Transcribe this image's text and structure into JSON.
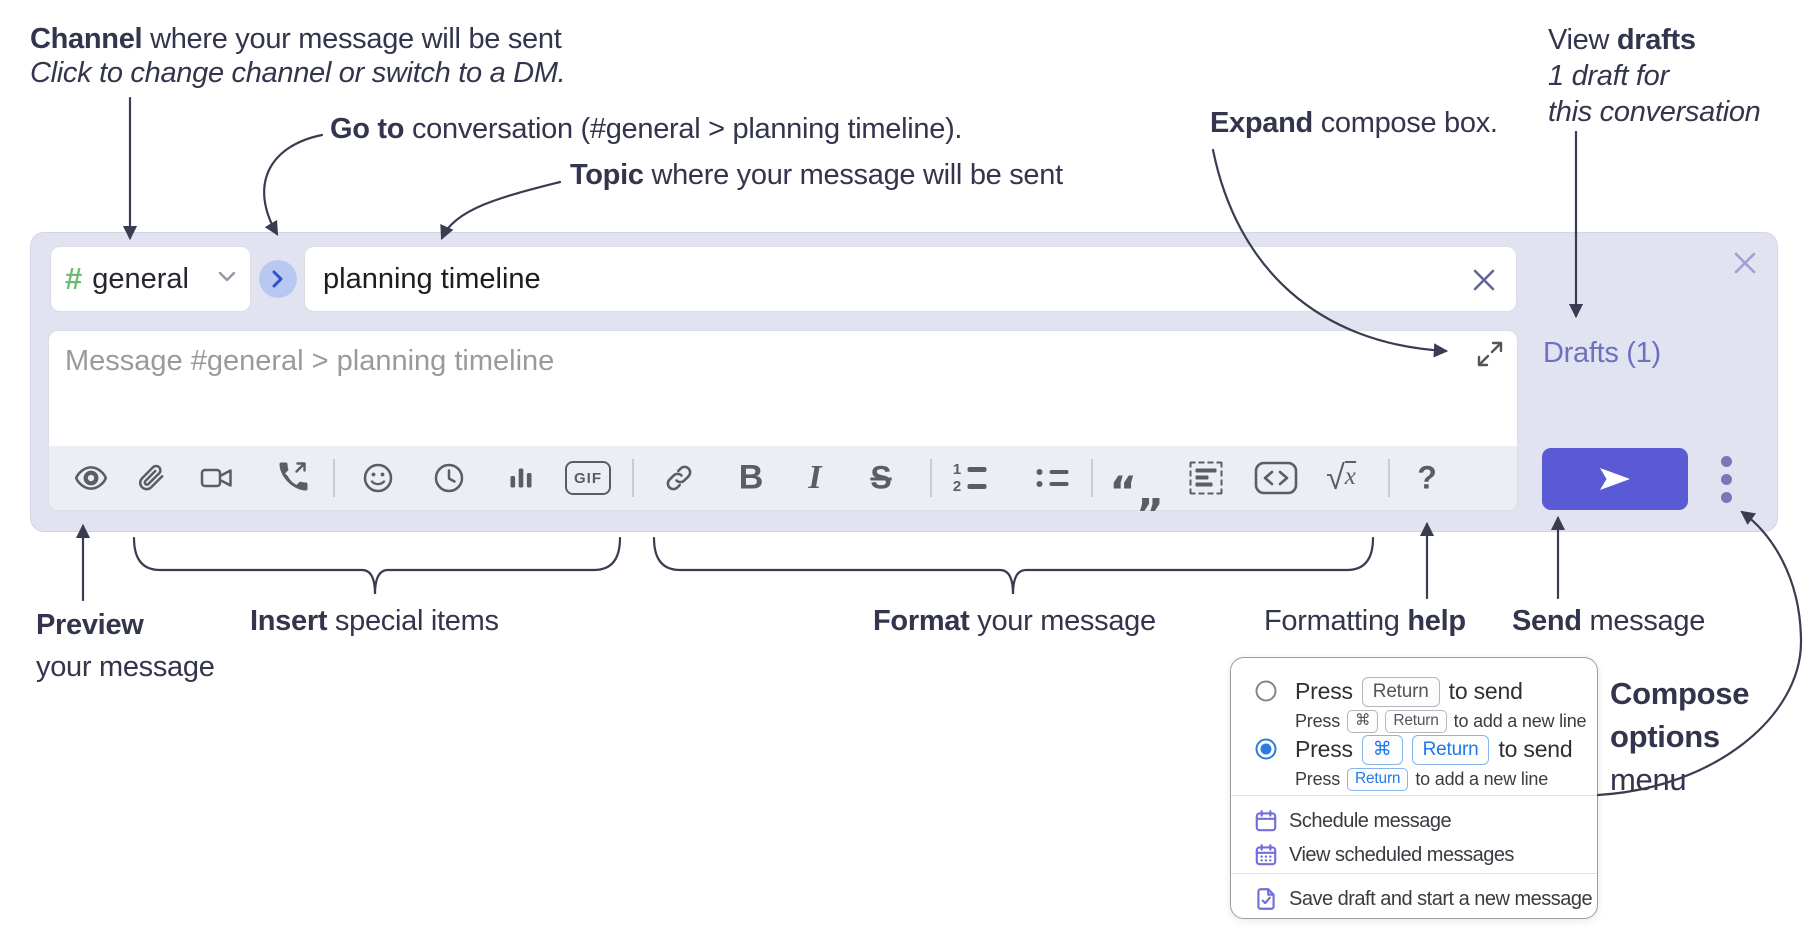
{
  "colors": {
    "annotation_text": "#33354d",
    "compose_bg": "#e1e3f0",
    "toolbar_bg": "#edeef3",
    "send_button": "#595ad4",
    "drafts_link": "#6e70c0",
    "channel_hash_green": "#6cbc74",
    "goto_circle_bg": "#b9c7f3",
    "goto_chevron_blue": "#2e52c9",
    "radio_selected_blue": "#2a7ce2",
    "menu_icon_purple": "#7170d8",
    "icon_gray": "#5a5d64"
  },
  "annotations": {
    "channel": {
      "bold": "Channel",
      "rest": " where your message will be sent",
      "sub": "Click to change channel or switch to a DM."
    },
    "goto": {
      "bold": "Go to",
      "rest": " conversation (#general > planning timeline)."
    },
    "topic": {
      "bold": "Topic",
      "rest": " where your message will be sent"
    },
    "expand": {
      "bold": "Expand",
      "rest": " compose box."
    },
    "drafts": {
      "pre": "View ",
      "bold": "drafts",
      "line2": "1 draft for",
      "line3": "this conversation"
    },
    "preview": {
      "bold": "Preview",
      "line2": "your message"
    },
    "insert": {
      "bold": "Insert",
      "rest": " special items"
    },
    "format": {
      "bold": "Format",
      "rest": " your message"
    },
    "help": {
      "pre": "Formatting ",
      "bold": "help"
    },
    "send": {
      "bold": "Send",
      "rest": " message"
    },
    "compose_options": {
      "line1": "Compose",
      "line2": "options",
      "line3": "menu"
    }
  },
  "compose": {
    "channel_hash": "#",
    "channel_name": "general",
    "topic_value": "planning timeline",
    "message_placeholder": "Message #general > planning timeline",
    "drafts_link": "Drafts (1)",
    "toolbar": {
      "icons": [
        "preview",
        "attach-file",
        "video-call",
        "voice-call",
        "emoji",
        "global-time",
        "poll",
        "gif",
        "link",
        "bold",
        "italic",
        "strikethrough",
        "numbered-list",
        "bulleted-list",
        "quote",
        "spoiler",
        "code",
        "math",
        "help"
      ],
      "glyph_bold": "B",
      "glyph_italic": "I",
      "glyph_strike": "S",
      "glyph_gif": "GIF",
      "glyph_quote": "“„",
      "glyph_math_root": "√",
      "glyph_math_var": "x",
      "glyph_help": "?",
      "ol1": "1",
      "ol2": "2"
    }
  },
  "popup": {
    "press": "Press",
    "return_key": "Return",
    "cmd_key": "⌘",
    "to_send": "to send",
    "to_add": "to add a new line",
    "radio1_selected": false,
    "radio2_selected": true,
    "items": [
      "Schedule message",
      "View scheduled messages",
      "Save draft and start a new message"
    ]
  }
}
